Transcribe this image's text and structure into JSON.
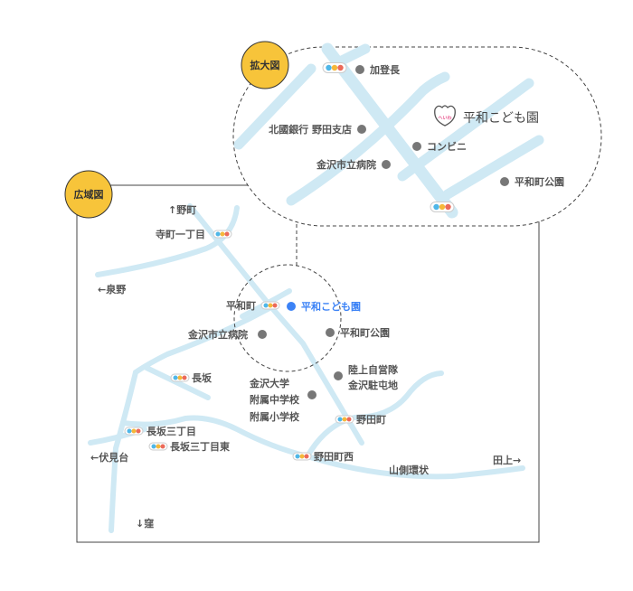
{
  "badges": {
    "zoom": "拡大図",
    "wide": "広域図"
  },
  "colors": {
    "road": "#cfe9f4",
    "badge": "#f7c43a",
    "highlight": "#3b82f6",
    "landmark": "#777777"
  },
  "zoom": {
    "stations": {
      "north": "加登長"
    },
    "landmarks": {
      "bank": "北國銀行 野田支店",
      "hospital": "金沢市立病院",
      "konbini": "コンビニ",
      "park": "平和町公園"
    },
    "school": {
      "logo_text": "へいわ",
      "name": "平和こども園"
    }
  },
  "wide": {
    "directions": {
      "north": "↑野町",
      "west": "←泉野",
      "southwest": "←伏見台",
      "south": "↓窪",
      "east": "田上→"
    },
    "stations": {
      "teramachi": "寺町一丁目",
      "heiwamachi": "平和町",
      "nagasaka": "長坂",
      "nagasaka3": "長坂三丁目",
      "nagasaka3e": "長坂三丁目東",
      "nodamachi": "野田町",
      "nodamachi_nishi": "野田町西"
    },
    "school": "平和こども園",
    "landmarks": {
      "hospital": "金沢市立病院",
      "park": "平和町公園",
      "jsdf1": "陸上自営隊",
      "jsdf2": "金沢駐屯地",
      "univ1": "金沢大学",
      "univ2": "附属中学校",
      "univ3": "附属小学校"
    },
    "road": "山側環状"
  }
}
